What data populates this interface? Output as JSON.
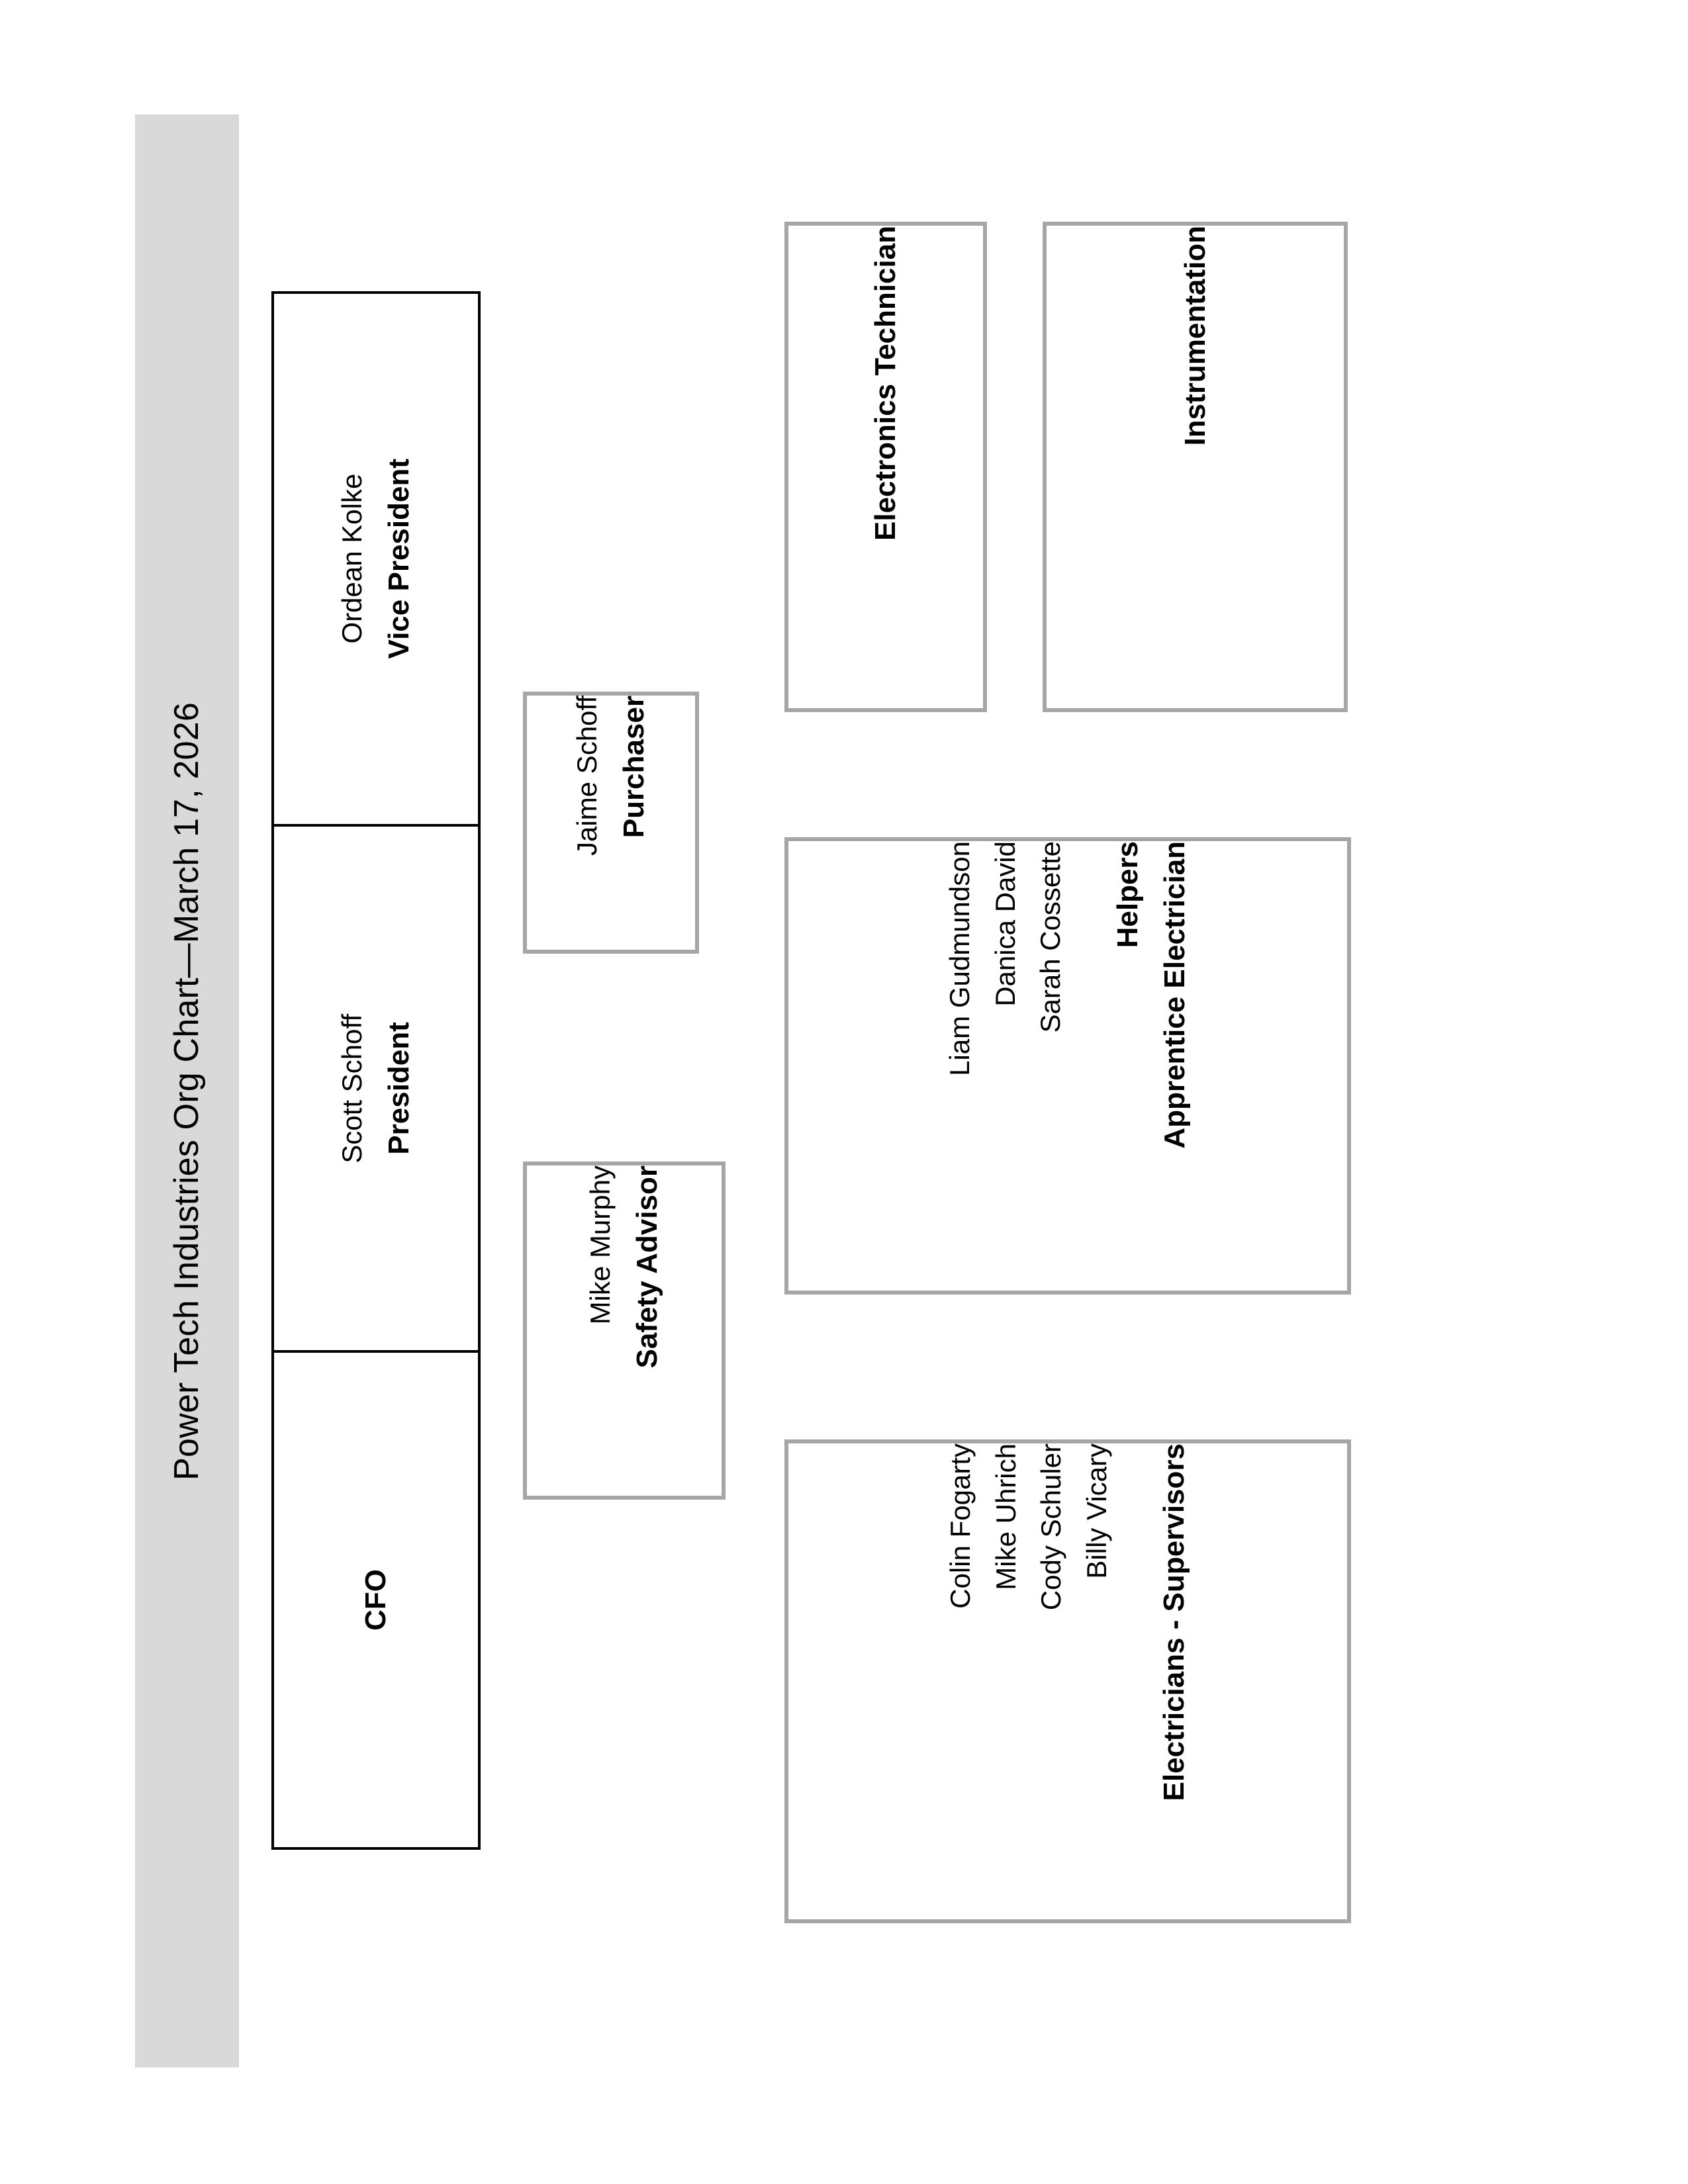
{
  "document": {
    "title": "Power Tech Industries Org Chart—March 17, 2026",
    "orientation": "landscape-content-on-portrait-page",
    "text_rotation": "90deg counter-clockwise"
  },
  "colors": {
    "title_band_background": "#d9d9d9",
    "executive_box_border": "#000000",
    "department_box_border": "#a6a6a6",
    "page_background": "#ffffff",
    "text": "#000000"
  },
  "org_chart": {
    "executive_stack": [
      {
        "role": "Vice President",
        "name": "Ordean Kolke"
      },
      {
        "role": "President",
        "name": "Scott Schoff"
      },
      {
        "role": "CFO",
        "name": ""
      }
    ],
    "staff_boxes": [
      {
        "role": "Purchaser",
        "name": "Jaime Schoff"
      },
      {
        "role": "Safety Advisor",
        "name": "Mike Murphy"
      }
    ],
    "department_boxes": [
      {
        "title": "Electronics Technician",
        "title_line2": "",
        "members": []
      },
      {
        "title": "Instrumentation",
        "title_line2": "",
        "members": []
      },
      {
        "title": "Apprentice Electrician",
        "title_line2": "Helpers",
        "members": [
          "Sarah Cossette",
          "Danica David",
          "Liam Gudmundson"
        ]
      },
      {
        "title": "Electricians - Supervisors",
        "title_line2": "",
        "members": [
          "Billy Vicary",
          "Cody Schuler",
          "Mike Uhrich",
          "Colin Fogarty"
        ]
      }
    ]
  }
}
